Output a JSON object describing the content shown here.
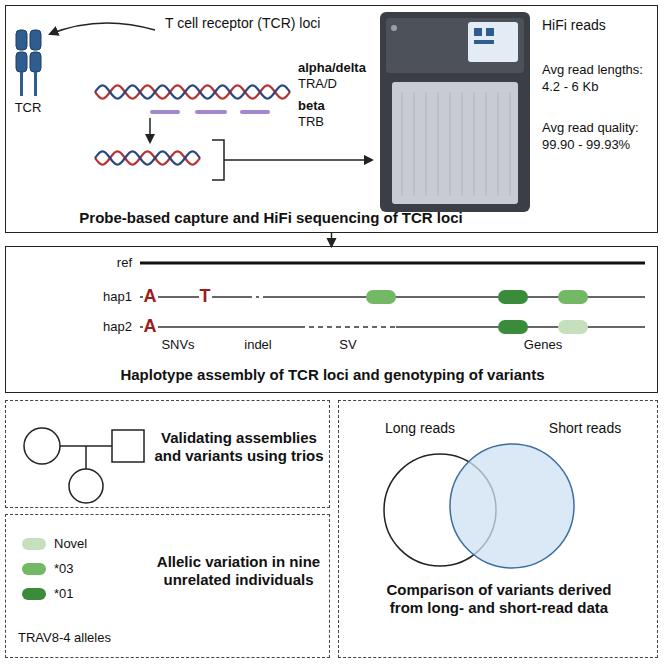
{
  "diagram": {
    "nodes": [
      {
        "text": [
          "Probe-based capture and HiFi sequencing of TCR loci"
        ]
      },
      {
        "text": [
          "Haplotype assembly of TCR loci and genotyping of variants"
        ]
      },
      {
        "text": [
          "Validating assemblies and variants using trios"
        ]
      },
      {
        "text": [
          "Allelic variation in nine unrelated individuals"
        ]
      },
      {
        "text": [
          "Comparison of variants derived from long- and short-read data"
        ]
      }
    ],
    "edges": [
      {
        "from": 0,
        "to": 1,
        "arrow": "to"
      }
    ],
    "labels": [
      "TCR",
      "T cell receptor (TCR) loci",
      "alpha/delta",
      "TRA/D",
      "beta",
      "TRB",
      "HiFi reads",
      "Avg read lengths:",
      "4.2 - 6 Kb",
      "Avg read quality:",
      "99.90 - 99.93%",
      "ref",
      "hap1",
      "hap2",
      "A",
      "T",
      "A",
      "SNVs",
      "indel",
      "SV",
      "Genes",
      "TRAV8-4 alleles",
      "Long reads",
      "Short reads"
    ],
    "legend": [
      {
        "text": "Novel",
        "color": "#c6e0bd"
      },
      {
        "text": "*03",
        "color": "#72b865"
      },
      {
        "text": "*01",
        "color": "#3b8c3a"
      }
    ]
  }
}
